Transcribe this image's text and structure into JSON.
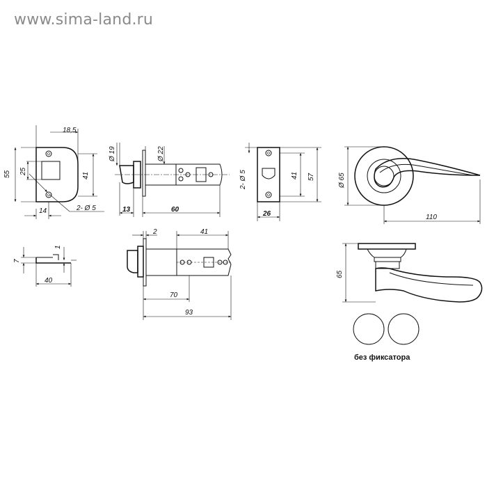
{
  "watermark": "www.sima-land.ru",
  "strike_plate_top": {
    "w_top": "18,5",
    "h_outer": "55",
    "h_inner": "25",
    "h_right": "41",
    "w_bottom": "14",
    "holes": "2- Ø 5"
  },
  "latch_top": {
    "d_left": "Ø 19",
    "d_right": "Ø 22",
    "w_front": "13",
    "w_body": "60"
  },
  "face_plate": {
    "holes": "2- Ø 5",
    "h_inner": "41",
    "h_outer": "57",
    "w": "26"
  },
  "rosette_top": {
    "diameter": "Ø 65",
    "lever_len": "110"
  },
  "strike_plate_side": {
    "h": "7",
    "t": "1",
    "w": "40"
  },
  "latch_side": {
    "offset": "2",
    "end": "41",
    "backset_70": "70",
    "total": "93"
  },
  "lever_side": {
    "height": "65"
  },
  "caption": "без фиксатора"
}
